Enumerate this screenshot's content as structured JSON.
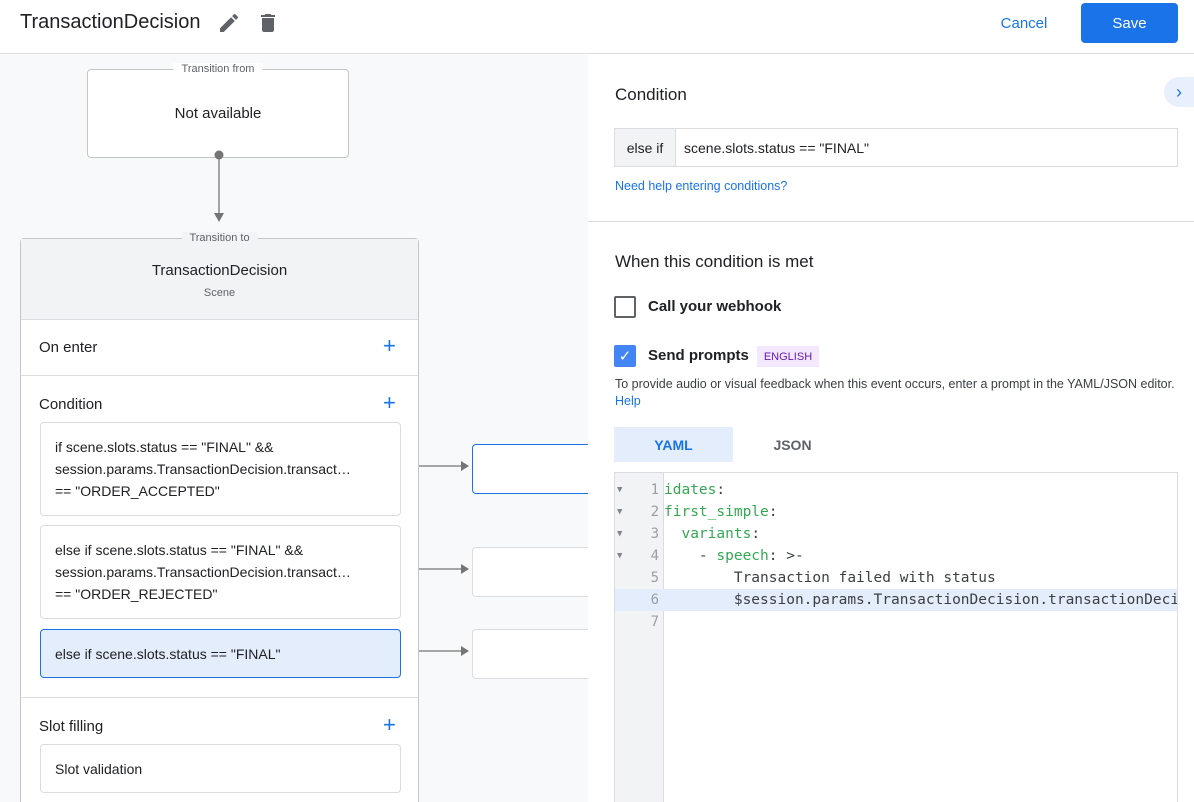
{
  "header": {
    "title": "TransactionDecision",
    "edit_icon": "pencil-icon",
    "delete_icon": "trash-icon",
    "cancel_label": "Cancel",
    "save_label": "Save"
  },
  "canvas": {
    "transition_from": {
      "legend": "Transition from",
      "value": "Not available"
    },
    "transition_to": {
      "legend": "Transition to",
      "scene_name": "TransactionDecision",
      "scene_type": "Scene"
    },
    "on_enter": {
      "label": "On enter"
    },
    "condition": {
      "label": "Condition",
      "items": [
        {
          "lines": [
            "if scene.slots.status == \"FINAL\" &&",
            "session.params.TransactionDecision.transact…",
            "== \"ORDER_ACCEPTED\""
          ]
        },
        {
          "lines": [
            "else if scene.slots.status == \"FINAL\" &&",
            "session.params.TransactionDecision.transact…",
            "== \"ORDER_REJECTED\""
          ]
        },
        {
          "lines": [
            "else if scene.slots.status == \"FINAL\""
          ],
          "selected": true
        }
      ]
    },
    "slot_filling": {
      "label": "Slot filling",
      "validation": "Slot validation"
    }
  },
  "panel": {
    "condition_title": "Condition",
    "condition_prefix": "else if",
    "condition_value": "scene.slots.status == \"FINAL\"",
    "help_link": "Need help entering conditions?",
    "met_title": "When this condition is met",
    "webhook": {
      "label": "Call your webhook",
      "checked": false
    },
    "prompts": {
      "label": "Send prompts",
      "checked": true,
      "badge": "ENGLISH"
    },
    "description": "To provide audio or visual feedback when this event occurs, enter a prompt in the YAML/JSON editor.",
    "description_link": "Help",
    "tabs": [
      {
        "label": "YAML",
        "active": true
      },
      {
        "label": "JSON",
        "active": false
      }
    ],
    "editor_lines": [
      {
        "n": "1",
        "key": "idates",
        "rest": ":"
      },
      {
        "n": "2",
        "key": "first_simple",
        "rest": ":"
      },
      {
        "n": "3",
        "indent": "  ",
        "key": "variants",
        "rest": ":"
      },
      {
        "n": "4",
        "indent": "    - ",
        "key": "speech",
        "rest": ": >-"
      },
      {
        "n": "5",
        "text": "        Transaction failed with status"
      },
      {
        "n": "6",
        "text": "        $session.params.TransactionDecision.transactionDecisionData.checkResult"
      },
      {
        "n": "7",
        "text": ""
      }
    ]
  },
  "colors": {
    "accent": "#1a73e8",
    "selected_bg": "#e3edfb",
    "yaml_key": "#34a853",
    "badge_bg": "#f3e8fd",
    "badge_text": "#681da8"
  }
}
